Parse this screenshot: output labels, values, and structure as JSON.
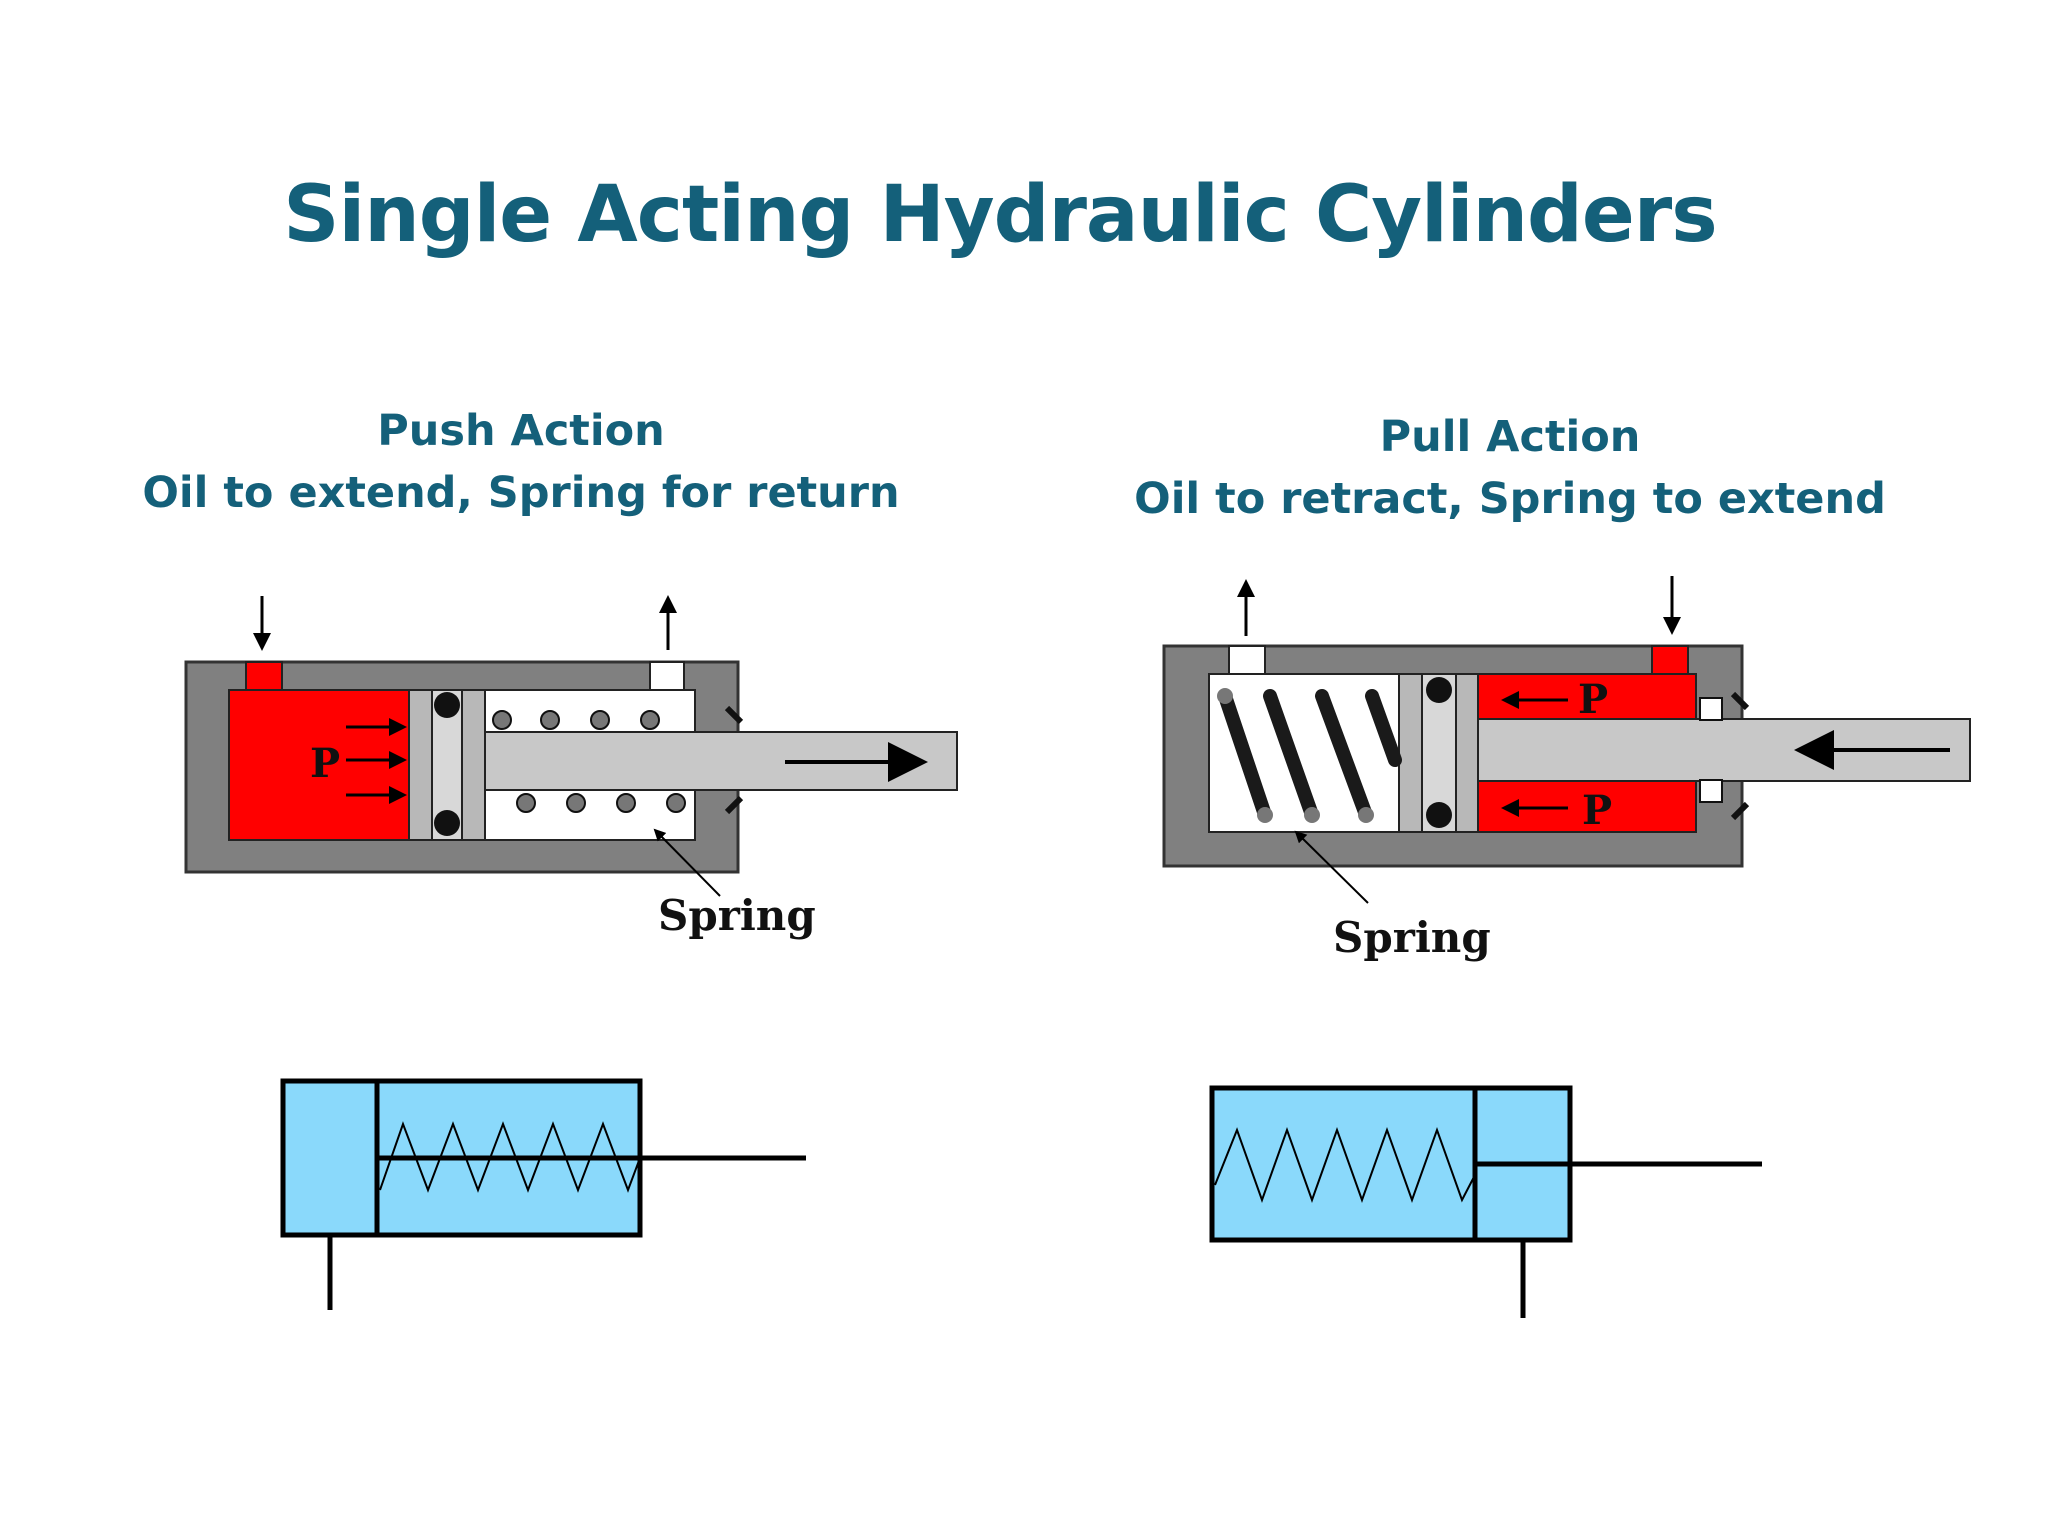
{
  "title": "Single Acting Hydraulic Cylinders",
  "push": {
    "heading": "Push Action",
    "description": "Oil to extend, Spring for return",
    "pressure_label": "P",
    "spring_label": "Spring"
  },
  "pull": {
    "heading": "Pull Action",
    "description": "Oil to retract, Spring to extend",
    "pressure_label_top": "P",
    "pressure_label_bottom": "P",
    "spring_label": "Spring"
  },
  "colors": {
    "title": "#14607a",
    "oil": "#ff0000",
    "cylinder_body": "#808080",
    "rod": "#c8c8c8",
    "symbol_fill": "#8ad9fb"
  },
  "icons": [
    "arrow-down-icon",
    "arrow-up-icon",
    "arrow-right-icon",
    "arrow-left-icon"
  ]
}
